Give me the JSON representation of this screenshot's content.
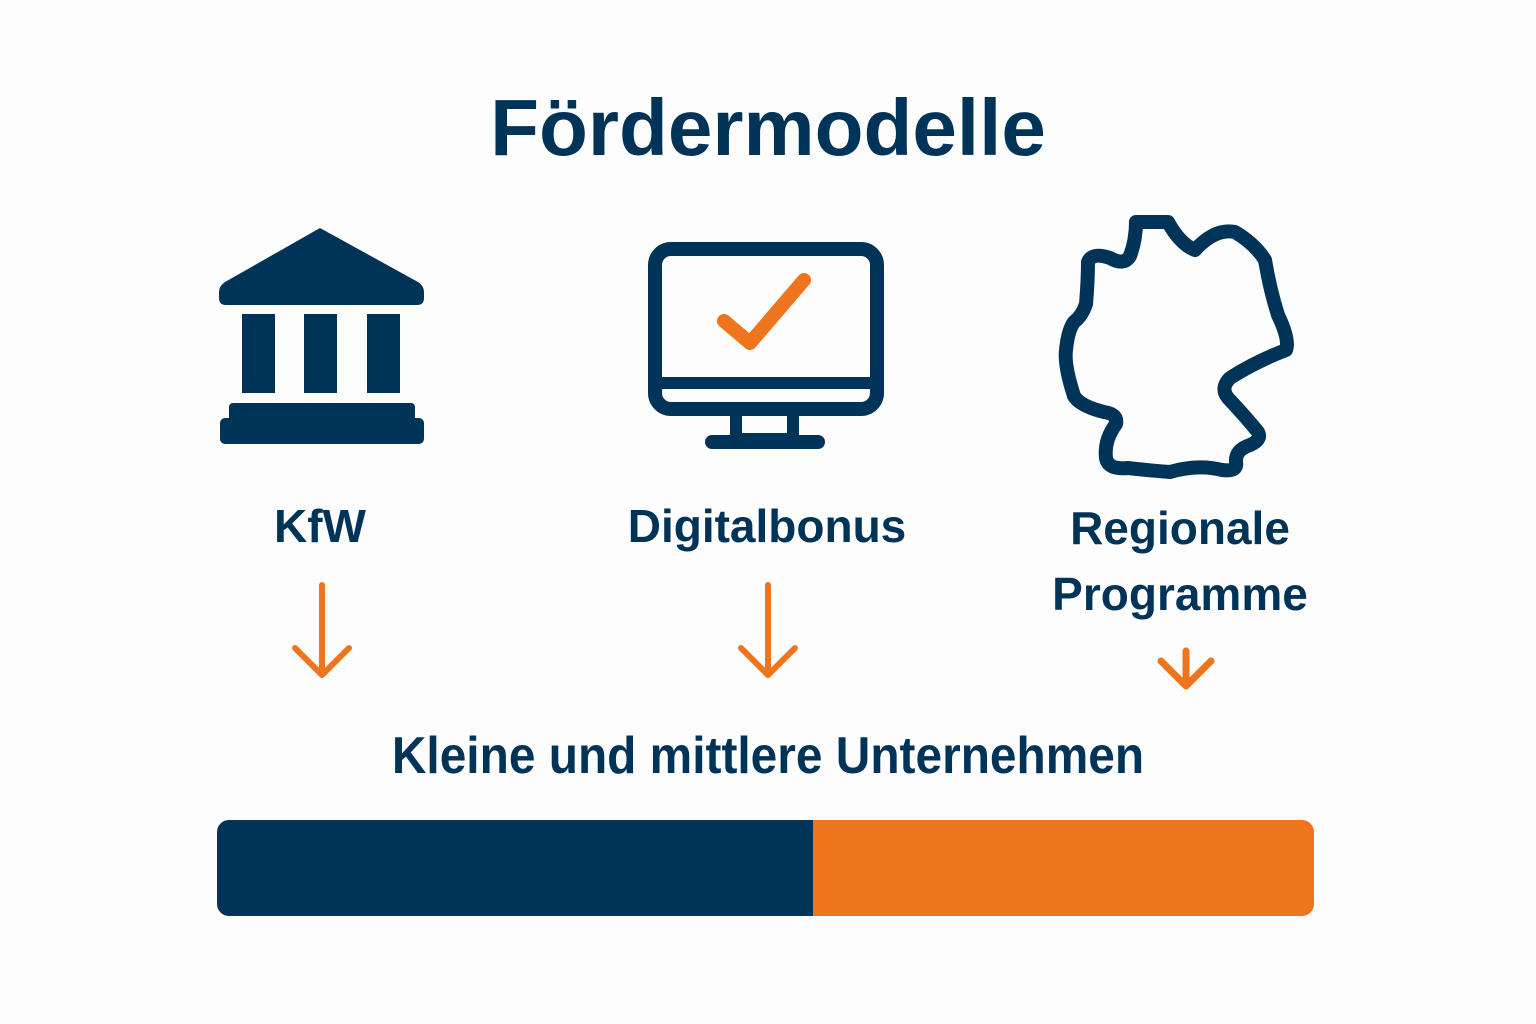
{
  "title": "Fördermodelle",
  "colors": {
    "primary": "#003358",
    "accent": "#EE741E",
    "background": "#FDFDFD"
  },
  "programs": [
    {
      "label": "KfW",
      "icon": "bank-building-icon"
    },
    {
      "label": "Digitalbonus",
      "icon": "monitor-checkmark-icon"
    },
    {
      "label_line1": "Regionale",
      "label_line2": "Programme",
      "icon": "germany-map-outline-icon"
    }
  ],
  "arrows": [
    "arrow-down-icon",
    "arrow-down-icon",
    "arrow-down-icon"
  ],
  "target_group": "Kleine und mittlere Unternehmen",
  "bar": {
    "segments": [
      {
        "color": "#003358",
        "share": 0.54
      },
      {
        "color": "#EE741E",
        "share": 0.46
      }
    ]
  }
}
